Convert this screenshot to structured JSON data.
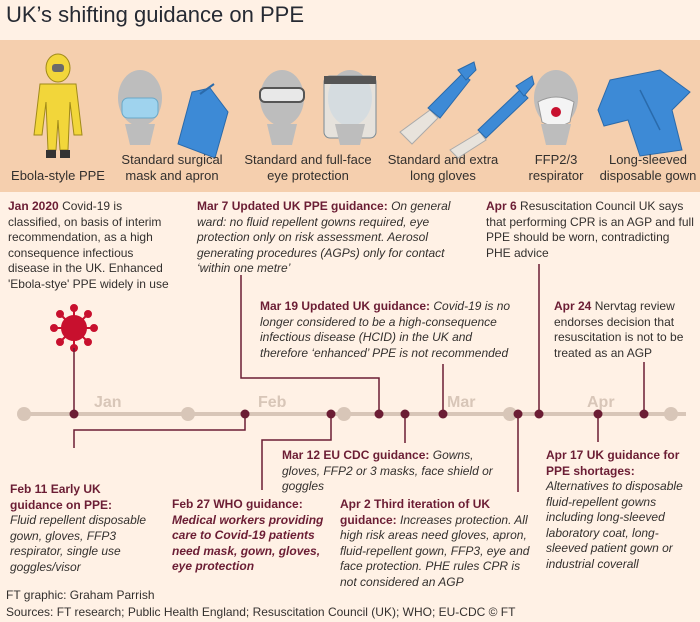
{
  "title": "UK’s shifting guidance on PPE",
  "ppe": [
    {
      "label": "Ebola-style PPE"
    },
    {
      "label": "Standard surgical mask and apron"
    },
    {
      "label": "Standard and full-face eye protection"
    },
    {
      "label": "Standard and extra long gloves"
    },
    {
      "label": "FFP2/3 respirator"
    },
    {
      "label": "Long-sleeved disposable gown"
    }
  ],
  "months": [
    "Jan",
    "Feb",
    "Mar",
    "Apr"
  ],
  "events": {
    "jan2020": {
      "date": "Jan 2020",
      "text": "Covid-19 is classified, on basis of interim recommendation, as a high consequence infectious disease in the UK. Enhanced 'Ebola-stye' PPE widely in use"
    },
    "feb11": {
      "date": "Feb 11",
      "head": "Early UK guidance on PPE:",
      "text": "Fluid repellent disposable gown, gloves, FFP3 respirator, single use goggles/visor"
    },
    "feb27": {
      "date": "Feb 27",
      "head": "WHO guidance:",
      "text": "Medical workers providing care to Covid-19 patients need mask, gown, gloves, eye protection"
    },
    "mar7": {
      "date": "Mar 7",
      "head": "Updated UK PPE guidance:",
      "text": "On general ward: no fluid repellent gowns required, eye protection only on risk assessment. Aerosol generating procedures (AGPs) only for contact ‘within one metre’"
    },
    "mar12": {
      "date": "Mar 12",
      "head": "EU CDC guidance:",
      "text": "Gowns, gloves, FFP2 or 3 masks, face shield or goggles"
    },
    "mar19": {
      "date": "Mar 19",
      "head": "Updated UK guidance:",
      "text": "Covid-19 is no longer considered to be a high-consequence infectious disease (HCID) in the UK and therefore ‘enhanced’ PPE is not recommended"
    },
    "apr2": {
      "date": "Apr 2",
      "head": "Third iteration of UK guidance:",
      "text": "Increases protection. All high risk areas need gloves, apron, fluid-repellent gown, FFP3, eye and face protection. PHE rules CPR is not considered an AGP"
    },
    "apr6": {
      "date": "Apr 6",
      "text": "Resuscitation Council UK says that performing CPR is an AGP and full PPE should be worn, contradicting PHE advice"
    },
    "apr17": {
      "date": "Apr 17",
      "head": "UK guidance for PPE shortages:",
      "text": "Alternatives to disposable fluid-repellent gowns including long-sleeved laboratory coat, long-sleeved patient gown or industrial coverall"
    },
    "apr24": {
      "date": "Apr 24",
      "text": "Nervtag review endorses decision that resuscitation is not to be treated as an AGP"
    }
  },
  "credit": "FT graphic: Graham Parrish",
  "sources": "Sources: FT research; Public Health England; Resuscitation Council (UK); WHO; EU-CDC   © FT",
  "colors": {
    "background": "#fff1e5",
    "panel": "#f5cfae",
    "accent": "#6b1d34",
    "timeline": "#d8c6b8",
    "virus": "#c8102e",
    "glove": "#2f8fd0"
  }
}
